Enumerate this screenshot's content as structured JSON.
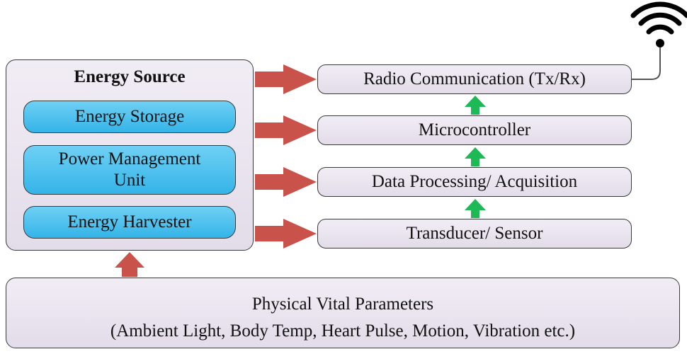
{
  "energy_source": {
    "title": "Energy Source",
    "components": [
      {
        "label": "Energy Storage"
      },
      {
        "label": "Power Management\nUnit"
      },
      {
        "label": "Energy Harvester"
      }
    ]
  },
  "node_chain": [
    {
      "label": "Radio Communication (Tx/Rx)"
    },
    {
      "label": "Microcontroller"
    },
    {
      "label": "Data Processing/ Acquisition"
    },
    {
      "label": "Transducer/ Sensor"
    }
  ],
  "parameters": {
    "title": "Physical Vital Parameters",
    "detail": "(Ambient Light, Body Temp, Heart Pulse, Motion, Vibration etc.)"
  },
  "icons": {
    "antenna": "wifi-icon"
  },
  "colors": {
    "power_arrow": "#c9524a",
    "data_arrow": "#1db954",
    "component_fill": "#45bbec",
    "block_fill": "#ebe5f0",
    "border": "#3a3a3a"
  }
}
